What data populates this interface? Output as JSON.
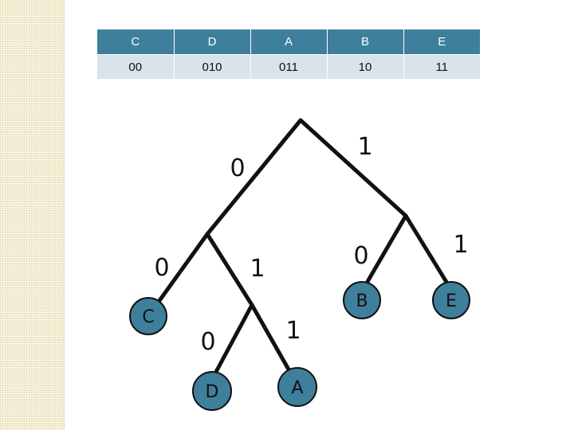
{
  "code_table": {
    "symbols": [
      "C",
      "D",
      "A",
      "B",
      "E"
    ],
    "codes": [
      "00",
      "010",
      "011",
      "10",
      "11"
    ]
  },
  "tree": {
    "edge_labels": {
      "root_left": "0",
      "root_right": "1",
      "n1_left": "0",
      "n1_right": "1",
      "n2_left": "0",
      "n2_right": "1",
      "n3_left": "0",
      "n3_right": "1"
    },
    "leaves": {
      "c": "C",
      "d": "D",
      "a": "A",
      "b": "B",
      "e": "E"
    },
    "colors": {
      "node_fill": "#3e7f9c",
      "edge": "#111111"
    }
  }
}
